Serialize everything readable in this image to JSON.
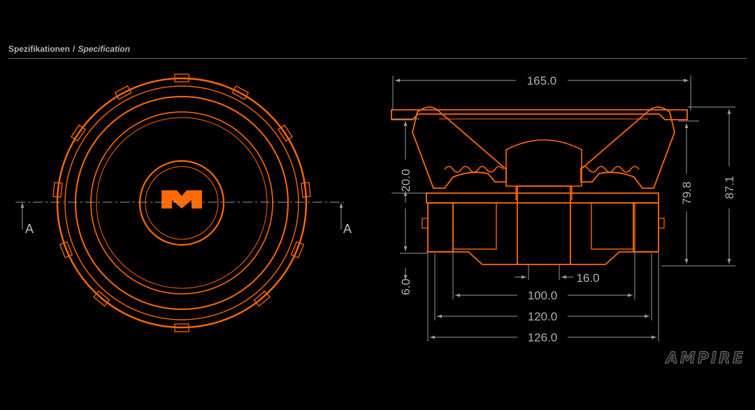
{
  "header": {
    "title_de": "Spezifikationen",
    "separator": "/",
    "title_en": "Specification"
  },
  "front_view": {
    "section_mark_left": "A",
    "section_mark_right": "A",
    "logo_icon": "ampire-m-logo-icon"
  },
  "side_view": {
    "dimensions": {
      "outer_diameter": "165.0",
      "top_height": "20.0",
      "mount_depth": "79.8",
      "total_depth": "87.1",
      "pole_diameter": "16.0",
      "magnet_thickness": "6.0",
      "magnet_inner": "100.0",
      "magnet_outer": "120.0",
      "basket_width": "126.0"
    }
  },
  "brand": {
    "name": "AMPIRE"
  },
  "colors": {
    "accent": "#ff6a00",
    "background": "#000000",
    "line": "#9a9a9a",
    "text": "#b0b0b0"
  }
}
